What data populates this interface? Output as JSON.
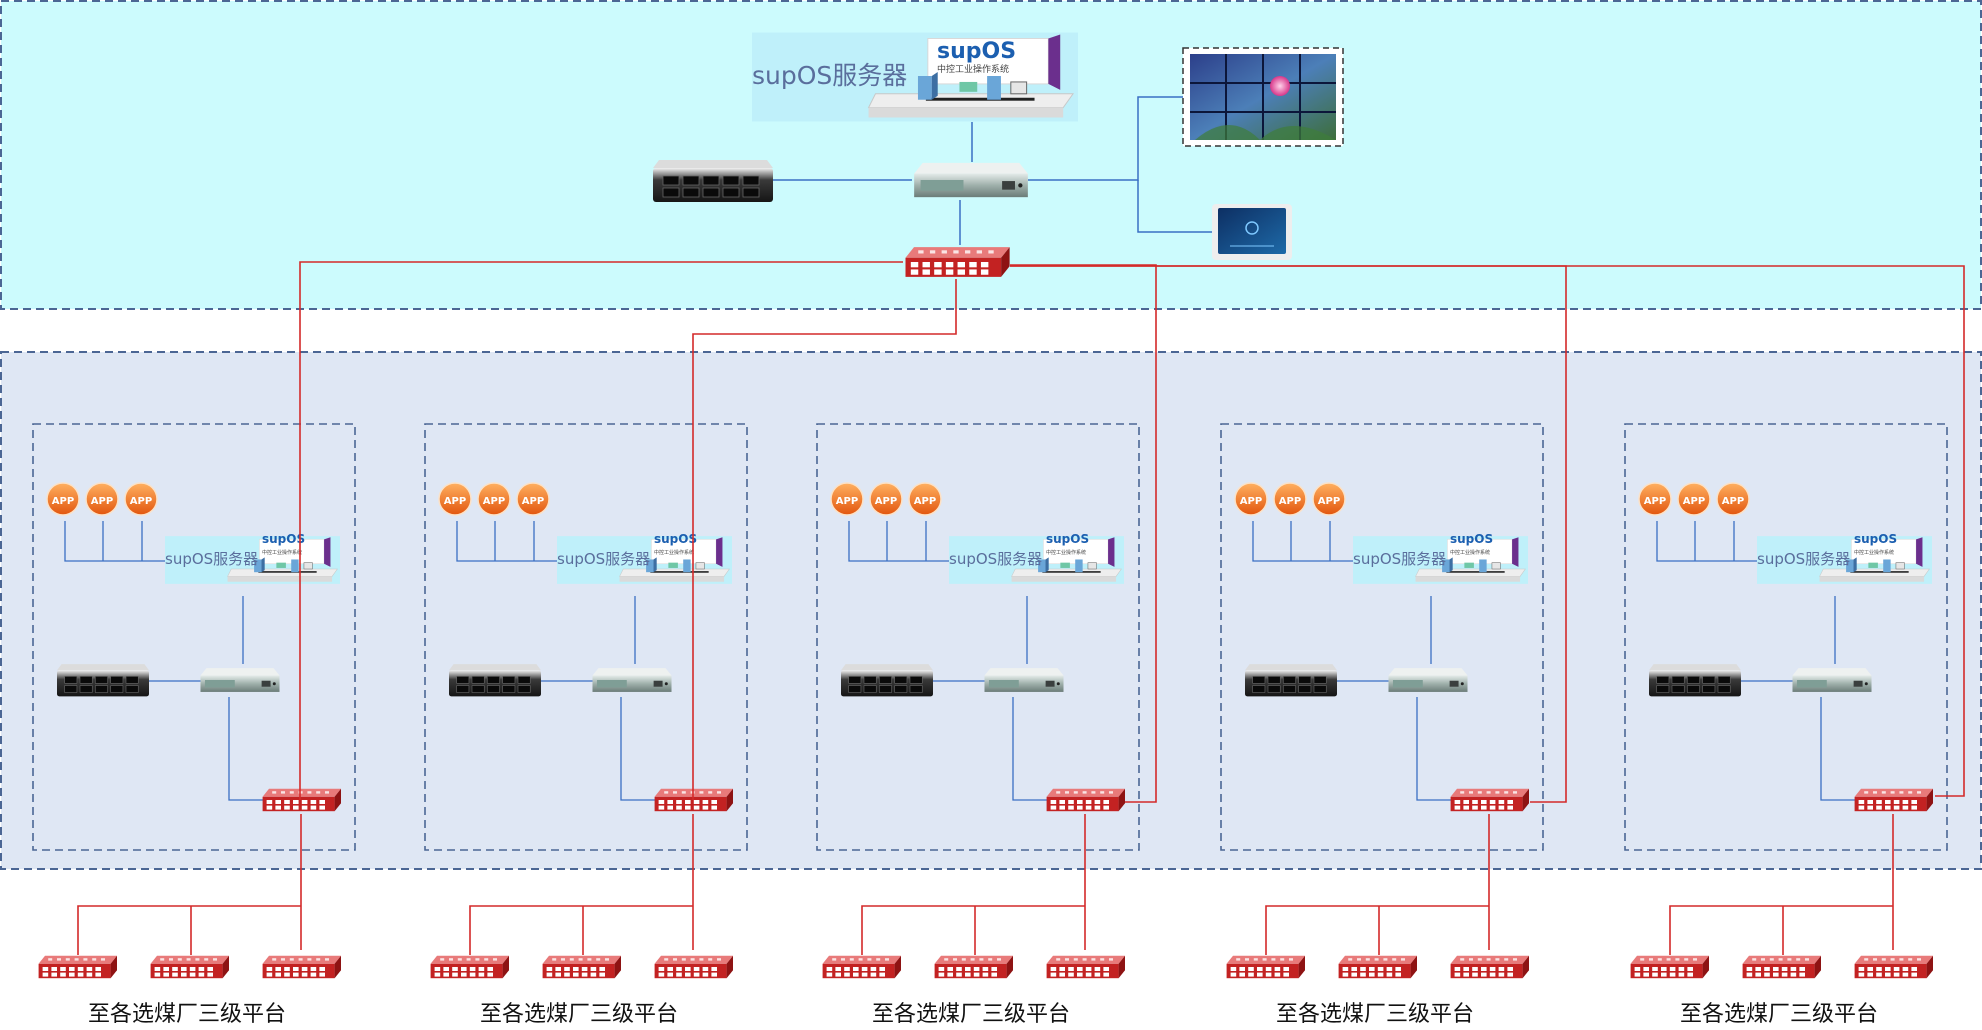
{
  "top": {
    "server_label": "supOS服务器",
    "logo_main": "supOS",
    "logo_sub": "中控工业操作系统"
  },
  "site": {
    "app_badge": "APP",
    "server_label": "supOS服务器",
    "logo_main": "supOS",
    "logo_sub": "中控工业操作系统"
  },
  "sites": [
    {
      "caption": "至各选煤厂三级平台"
    },
    {
      "caption": "至各选煤厂三级平台"
    },
    {
      "caption": "至各选煤厂三级平台"
    },
    {
      "caption": "至各选煤厂三级平台"
    },
    {
      "caption": "至各选煤厂三级平台"
    }
  ],
  "colors": {
    "top_zone_fill": "#ccfbfd",
    "bottom_zone_fill": "#dfe7f4",
    "zone_border": "#4b6694",
    "red_link": "#d42a2a",
    "blue_link": "#3a6fc4",
    "app_orange": "#f07a18"
  }
}
